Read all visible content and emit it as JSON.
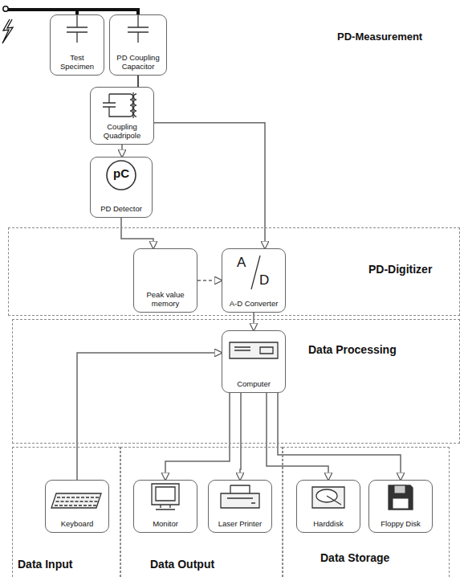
{
  "diagram": {
    "nodes": [
      {
        "text": [
          "Test Specimen"
        ]
      },
      {
        "text": [
          "PD Coupling Capacitor"
        ]
      },
      {
        "text": [
          "Coupling Quadripole"
        ]
      },
      {
        "text": [
          "pC",
          "PD Detector"
        ]
      },
      {
        "text": [
          "PD-Digitizer"
        ]
      },
      {
        "text": [
          "Peak value memory"
        ],
        "in": 4
      },
      {
        "text": [
          "A",
          "D",
          "A-D Converter"
        ],
        "in": 4
      },
      {
        "text": [
          "Data Processing"
        ]
      },
      {
        "text": [
          "Computer"
        ],
        "in": 7
      },
      {
        "text": [
          "Data Input"
        ]
      },
      {
        "text": [
          "Keyboard"
        ],
        "in": 9
      },
      {
        "text": [
          "Data Output"
        ]
      },
      {
        "text": [
          "Monitor"
        ],
        "in": 11
      },
      {
        "text": [
          "Laser Printer"
        ],
        "in": 11
      },
      {
        "text": [
          "Data Storage"
        ]
      },
      {
        "text": [
          "Harddisk"
        ],
        "in": 14
      },
      {
        "text": [
          "Floppy Disk"
        ],
        "in": 14
      }
    ],
    "edges": [
      {
        "from": 0,
        "to": 1,
        "arrow": "none"
      },
      {
        "from": 1,
        "to": 2,
        "arrow": "none"
      },
      {
        "from": 2,
        "to": 3,
        "arrow": "to"
      },
      {
        "from": 2,
        "to": 6,
        "arrow": "to"
      },
      {
        "from": 3,
        "to": 5,
        "arrow": "to"
      },
      {
        "from": 5,
        "to": 6,
        "arrow": "to"
      },
      {
        "from": 6,
        "to": 8,
        "arrow": "to"
      },
      {
        "from": 10,
        "to": 8,
        "arrow": "to"
      },
      {
        "from": 8,
        "to": 12,
        "arrow": "to"
      },
      {
        "from": 8,
        "to": 13,
        "arrow": "to"
      },
      {
        "from": 8,
        "to": 15,
        "arrow": "to"
      },
      {
        "from": 8,
        "to": 16,
        "arrow": "to"
      }
    ],
    "labels": [
      "PD-Measurement"
    ]
  }
}
